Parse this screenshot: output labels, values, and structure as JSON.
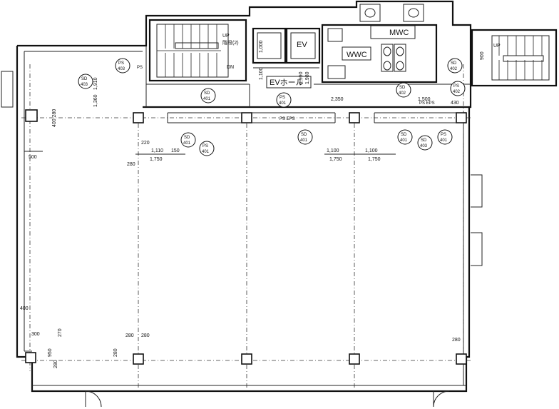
{
  "labels": {
    "ev_hall": "EVホール",
    "ev": "EV",
    "mwc": "MWC",
    "wwc": "WWC",
    "stair_name": "階段(2)",
    "up": "UP",
    "dn": "DN",
    "ps_label": "PS",
    "ps_eps": "PS EPS",
    "ps_eps_right": "PS EPS"
  },
  "tags": {
    "ps": "PS",
    "sd": "SD",
    "num_401": "401",
    "num_402": "402",
    "num_403": "403"
  },
  "dimensions": {
    "d_500": "500",
    "d_400_280": "400 280",
    "d_1910": "1,910",
    "d_1360": "1,360",
    "d_280a": "280",
    "d_220": "220",
    "d_1110": "1,110",
    "d_150": "150",
    "d_1750a": "1,750",
    "d_1100": "1,100",
    "d_1100b": "1,100",
    "d_1750b": "1,750",
    "d_1750c": "1,750",
    "d_2350": "2,350",
    "d_1990": "1,990",
    "d_1980": "1,980",
    "d_1500": "1,500",
    "d_430": "430",
    "d_400_left": "400",
    "d_300": "300",
    "d_270": "270",
    "d_950": "950",
    "d_280b": "280",
    "d_280c": "280",
    "d_280d": "280",
    "d_280e": "280",
    "d_280f": "280",
    "d_1000": "1,000",
    "d_900": "900",
    "d_1100v": "1,100"
  }
}
